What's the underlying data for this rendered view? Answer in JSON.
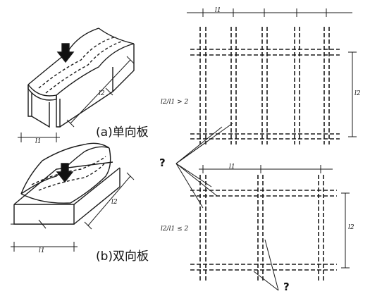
{
  "captions": {
    "one_way": "(a)单向板",
    "two_way": "(b)双向板"
  },
  "question_marks": [
    "?",
    "?"
  ],
  "ratio_labels": {
    "one_way": "l2/l1 > 2",
    "two_way": "l2/l1 ≤ 2"
  },
  "dimension_labels": {
    "l1": "l1",
    "l2": "l2"
  },
  "colors": {
    "ink": "#1a1a1a",
    "background": "#ffffff"
  }
}
